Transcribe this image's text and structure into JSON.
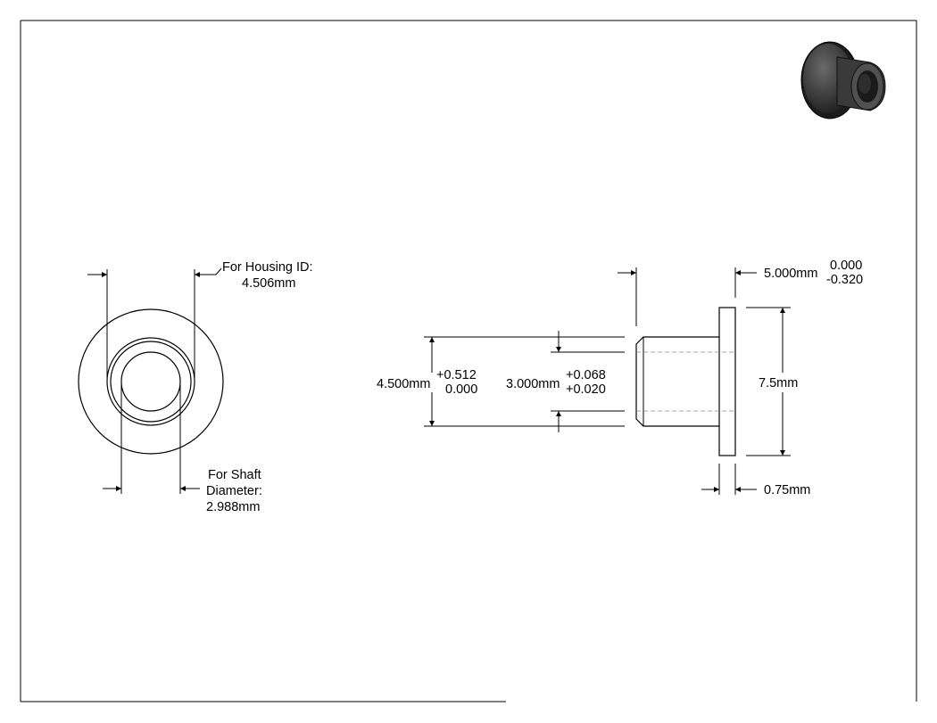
{
  "front_view": {
    "housing_label": "For Housing ID:",
    "housing_value": "4.506mm",
    "shaft_label_1": "For Shaft",
    "shaft_label_2": "Diameter:",
    "shaft_value": "2.988mm"
  },
  "side_view": {
    "flange_thickness": "5.000mm",
    "flange_thickness_tol_upper": "0.000",
    "flange_thickness_tol_lower": "-0.320",
    "outer_diameter": "4.500mm",
    "outer_diameter_tol_upper": "+0.512",
    "outer_diameter_tol_lower": "0.000",
    "inner_diameter": "3.000mm",
    "inner_diameter_tol_upper": "+0.068",
    "inner_diameter_tol_lower": "+0.020",
    "flange_diameter": "7.5mm",
    "flange_width": "0.75mm"
  },
  "colors": {
    "line": "#000000",
    "part_shading": "#3a3a3a"
  }
}
